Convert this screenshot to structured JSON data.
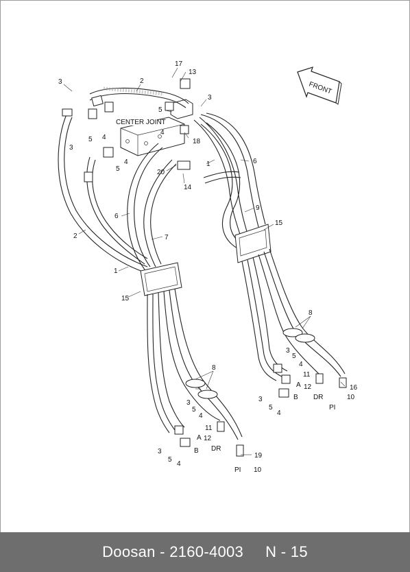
{
  "diagram": {
    "front_label": "FRONT",
    "center_joint_label": "CENTER JOINT",
    "callouts": {
      "c17": "17",
      "c13": "13",
      "c2_top": "2",
      "c3_tl": "3",
      "c3_tr": "3",
      "c5_a": "5",
      "c4_a": "4",
      "c5_b": "5",
      "c3_ml": "3",
      "c4_b": "4",
      "c5_c": "5",
      "c18": "18",
      "c1_top": "1",
      "c6_right": "6",
      "c20": "20",
      "c14": "14",
      "c9": "9",
      "c15_right": "15",
      "c6_left": "6",
      "c7": "7",
      "c2_left": "2",
      "c1_left": "1",
      "c15_left": "15",
      "c8_right": "8",
      "c3_r1": "3",
      "c5_r": "5",
      "c4_r1": "4",
      "c11_r": "11",
      "cA_r": "A",
      "c12_r": "12",
      "cDR_r": "DR",
      "c16": "16",
      "c3_r2": "3",
      "c5_r2": "5",
      "cB_r": "B",
      "c4_r2": "4",
      "c10_r": "10",
      "cPI_r": "PI",
      "c8_left": "8",
      "c3_l1": "3",
      "c5_l": "5",
      "c4_l1": "4",
      "c11_l": "11",
      "cA_l": "A",
      "c12_l": "12",
      "cDR_l": "DR",
      "c3_l2": "3",
      "c5_l2": "5",
      "cB_l": "B",
      "c4_l2": "4",
      "c19": "19",
      "cPI_l": "PI",
      "c10_l": "10"
    }
  },
  "footer": {
    "brand": "Doosan",
    "separator": " - ",
    "part_number": "2160-4003",
    "page_ref": "N - 15"
  }
}
